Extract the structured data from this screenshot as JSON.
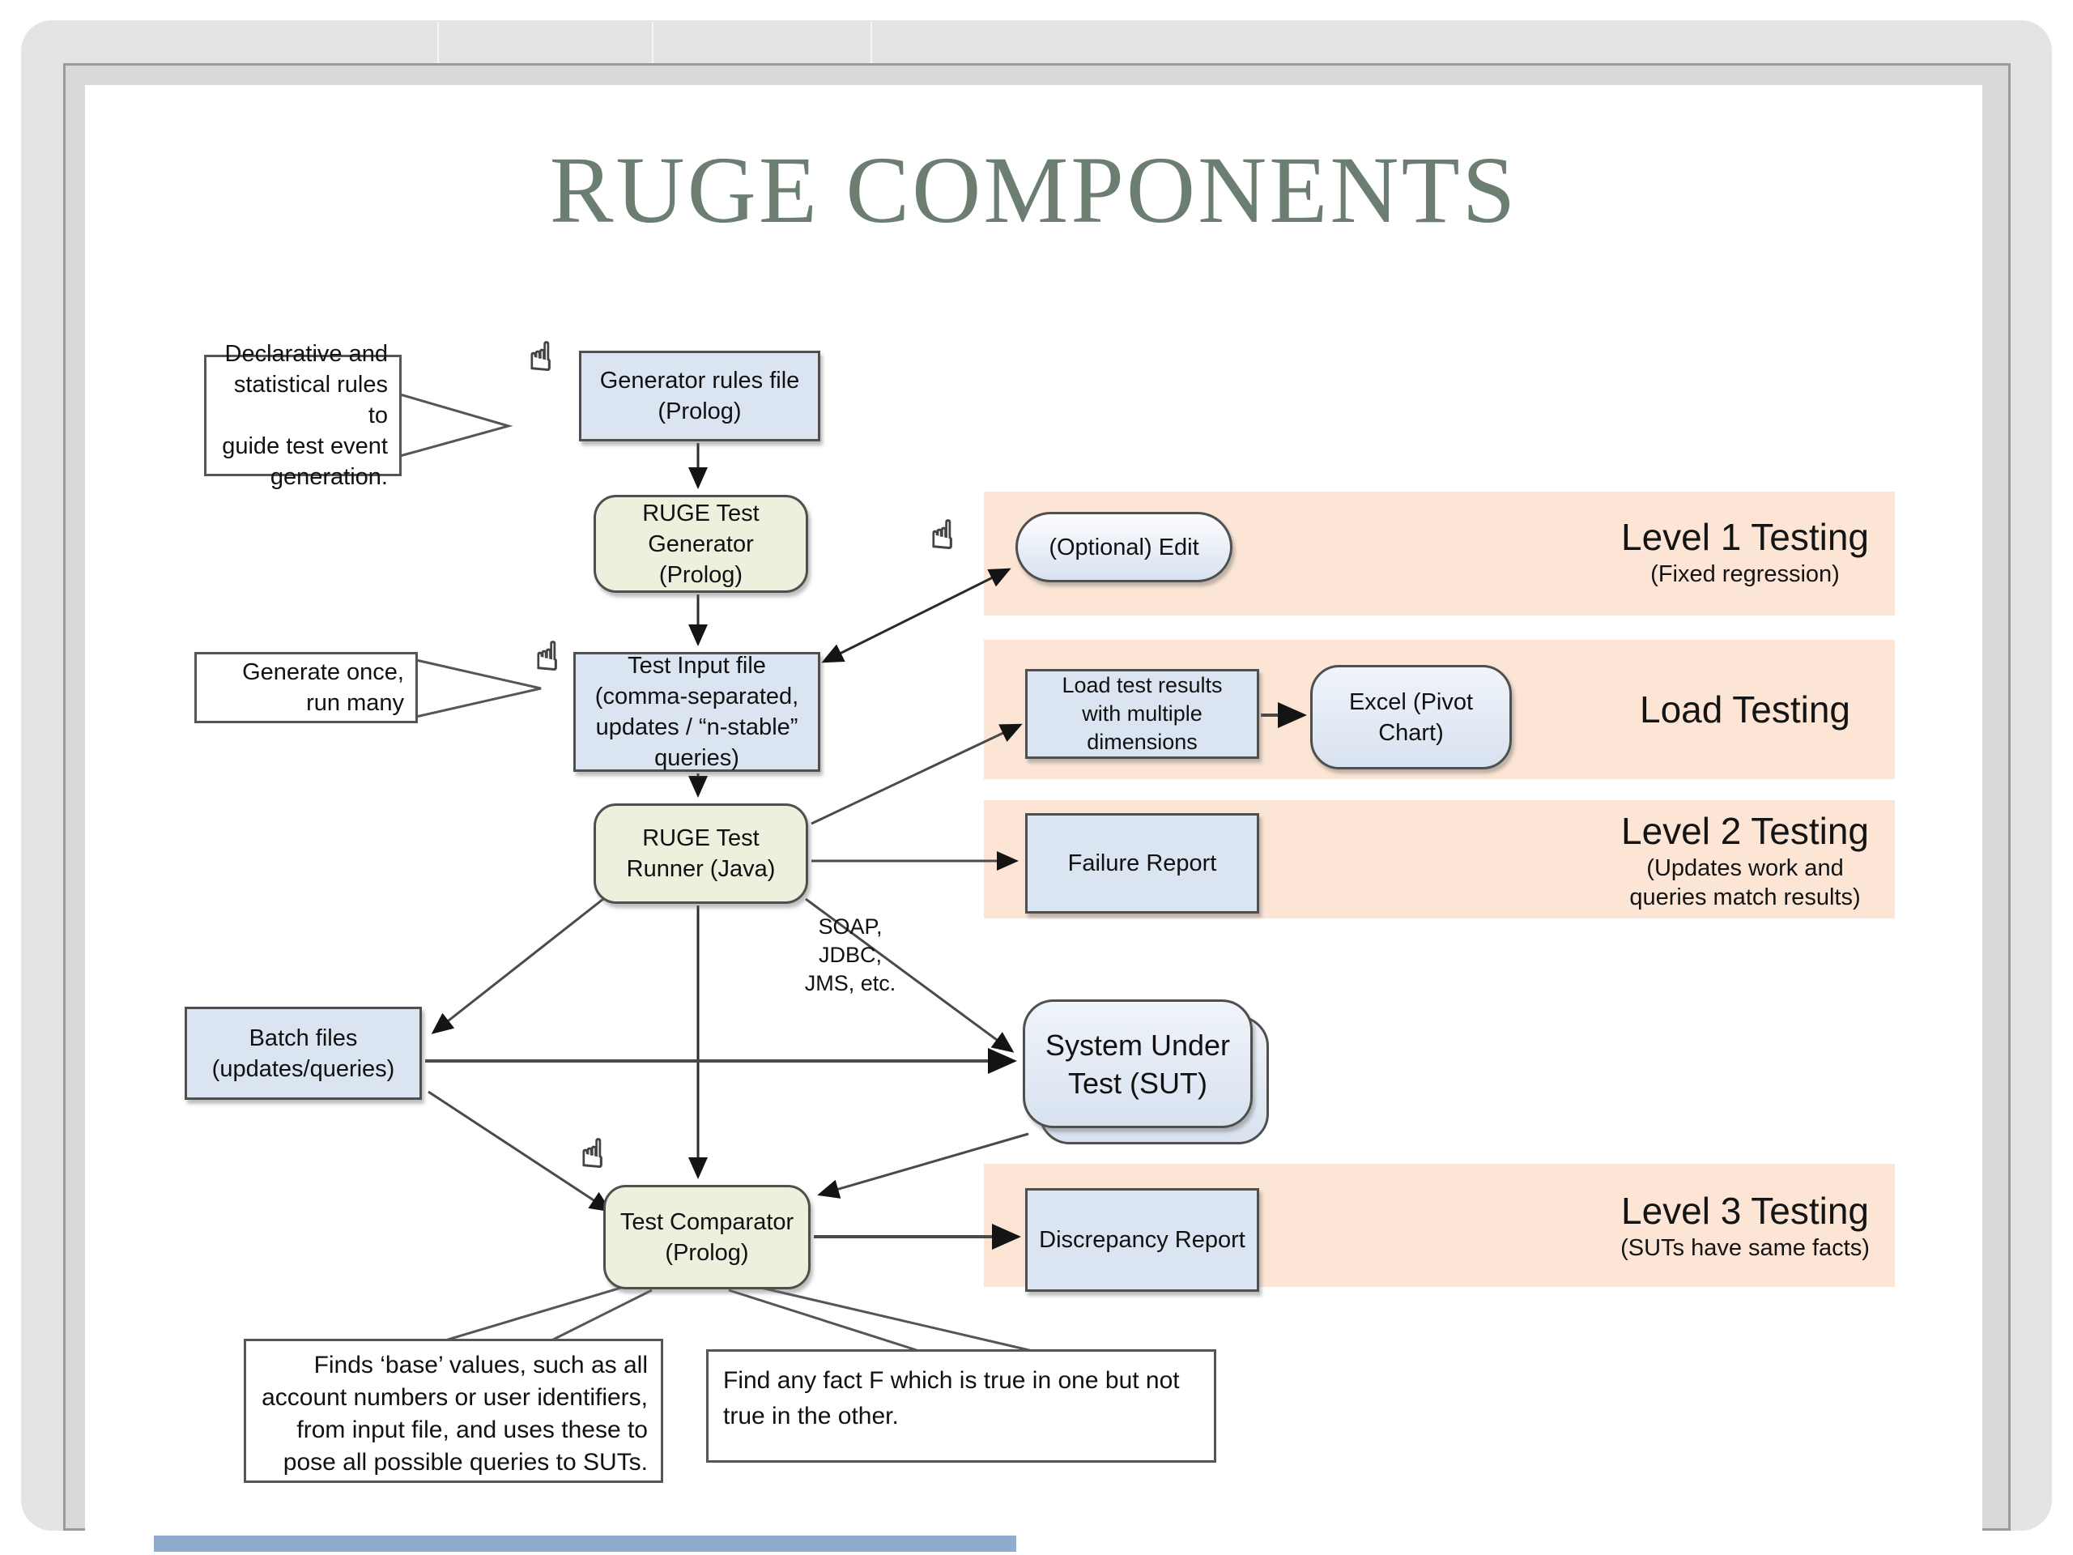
{
  "slide": {
    "title": "RUGE COMPONENTS"
  },
  "nodes": {
    "generator_rules_file": "Generator rules file\n(Prolog)",
    "ruge_test_generator": "RUGE Test\nGenerator\n(Prolog)",
    "test_input_file": "Test Input file\n(comma-separated,\nupdates / “n-stable”\nqueries)",
    "optional_edit": "(Optional) Edit",
    "load_test_results": "Load test results\nwith multiple\ndimensions",
    "excel_pivot": "Excel (Pivot\nChart)",
    "ruge_test_runner": "RUGE Test\nRunner (Java)",
    "failure_report": "Failure Report",
    "batch_files": "Batch files\n(updates/queries)",
    "system_under_test": "System Under\nTest (SUT)",
    "test_comparator": "Test Comparator\n(Prolog)",
    "discrepancy_report": "Discrepancy Report"
  },
  "callouts": {
    "declarative": "Declarative and\nstatistical rules to\nguide test event\ngeneration.",
    "generate_once": "Generate once,\nrun many",
    "finds_base": "Finds ‘base’ values, such as all\naccount numbers or user identifiers,\nfrom input file, and uses these to\npose all possible queries to SUTs.",
    "find_fact": "Find any fact F  which is true in one but not\ntrue in the other."
  },
  "labels": {
    "soap": "SOAP,\nJDBC,\nJMS, etc.",
    "level1": {
      "title": "Level 1 Testing",
      "subtitle": "(Fixed regression)"
    },
    "load": {
      "title": "Load Testing",
      "subtitle": ""
    },
    "level2": {
      "title": "Level 2 Testing",
      "subtitle": "(Updates work and\nqueries match results)"
    },
    "level3": {
      "title": "Level 3 Testing",
      "subtitle": "(SUTs have same facts)"
    }
  },
  "icons": {
    "hand_cursor": "☝"
  },
  "colors": {
    "band_peach": "#fce5d5",
    "node_blue": "#dbe5f1",
    "node_green": "#ebf1dd",
    "title_green": "#6b7e71"
  }
}
